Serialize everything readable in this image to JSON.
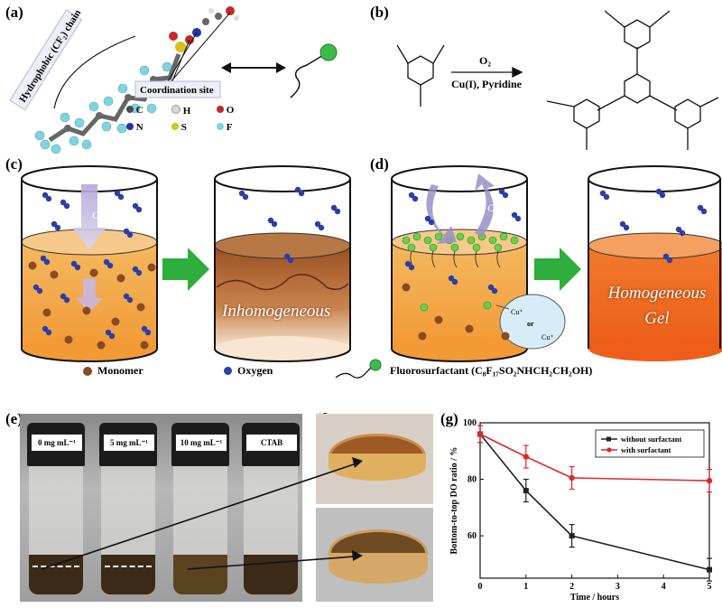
{
  "panel_labels": {
    "a": "(a)",
    "b": "(b)",
    "c": "(c)",
    "d": "(d)",
    "e": "(e)",
    "f": "(f)",
    "g": "(g)"
  },
  "panel_a": {
    "chain_label": "Hydrophobic (CF₂) chain",
    "coordination_label": "Coordination site",
    "atom_legend": [
      {
        "symbol": "C",
        "color": "#4a4a4a"
      },
      {
        "symbol": "H",
        "color": "#d8d8d8"
      },
      {
        "symbol": "O",
        "color": "#c62828"
      },
      {
        "symbol": "N",
        "color": "#2233aa"
      },
      {
        "symbol": "S",
        "color": "#d6c21a"
      },
      {
        "symbol": "F",
        "color": "#7fd4e0"
      }
    ]
  },
  "panel_b": {
    "reagent_top": "O₂",
    "reagent_bottom": "Cu(I),  Pyridine"
  },
  "panel_cd": {
    "inhomogeneous": "Inhomogeneous",
    "homogeneous_line1": "Homogeneous",
    "homogeneous_line2": "Gel",
    "o2": "O₂",
    "coord_or": "or",
    "coord_cu": "Cu⁺"
  },
  "legend": {
    "monomer": "Monomer",
    "oxygen": "Oxygen",
    "fluoro": "Fluorosurfactant  (C₈F₁₇SO₂NHCH₂CH₂OH)"
  },
  "panel_e": {
    "vials": [
      "0 mg mL⁻¹",
      "5 mg mL⁻¹",
      "10 mg mL⁻¹",
      "CTAB"
    ]
  },
  "colors": {
    "oxygen": "#2a3fa8",
    "monomer": "#8a4a22",
    "liquid_top": "#f6c98a",
    "liquid": "#f2a446",
    "gel": "#f06a22",
    "arrow": "#2eae3c",
    "surf": "#6ad04a"
  },
  "chart_data": {
    "type": "line",
    "xlabel": "Time / hours",
    "ylabel": "Bottom-to-top DO ratio / %",
    "xlim": [
      0,
      5
    ],
    "ylim": [
      45,
      100
    ],
    "xticks": [
      0,
      1,
      2,
      3,
      4,
      5
    ],
    "yticks": [
      60,
      80,
      100
    ],
    "legend_position": "top-right",
    "series": [
      {
        "name": "without surfactant",
        "color": "#222222",
        "x": [
          0,
          1,
          2,
          5
        ],
        "y": [
          96,
          76,
          60,
          48
        ],
        "err": [
          3,
          4,
          4,
          4
        ]
      },
      {
        "name": "with surfactant",
        "color": "#e02828",
        "x": [
          0,
          1,
          2,
          5
        ],
        "y": [
          96,
          88,
          80.5,
          79.5
        ],
        "err": [
          3,
          4,
          4,
          4
        ]
      }
    ]
  }
}
